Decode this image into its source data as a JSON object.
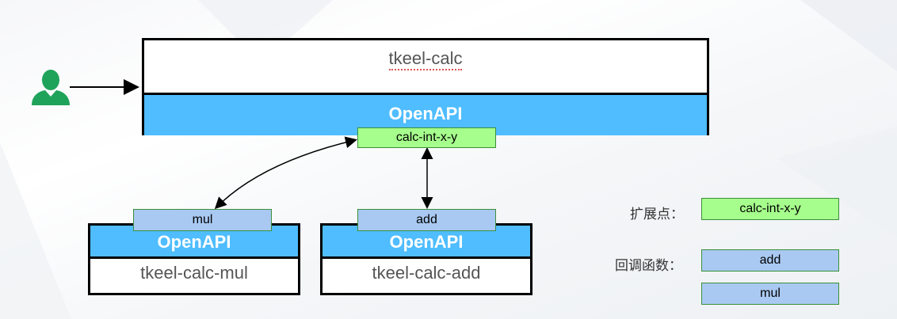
{
  "main": {
    "title": "tkeel-calc",
    "openapi_label": "OpenAPI",
    "extension_point": "calc-int-x-y"
  },
  "services": [
    {
      "name": "tkeel-calc-mul",
      "openapi_label": "OpenAPI",
      "callback": "mul"
    },
    {
      "name": "tkeel-calc-add",
      "openapi_label": "OpenAPI",
      "callback": "add"
    }
  ],
  "legend": {
    "extension_label": "扩展点：",
    "extension_item": "calc-int-x-y",
    "callback_label": "回调函数：",
    "callback_items": [
      "add",
      "mul"
    ]
  },
  "colors": {
    "openapi": "#4fbdff",
    "extension_tag": "#a6ff8c",
    "callback_tag": "#a9c9f2",
    "user_icon": "#1fa35a"
  },
  "icons": {
    "user": "user-icon"
  }
}
